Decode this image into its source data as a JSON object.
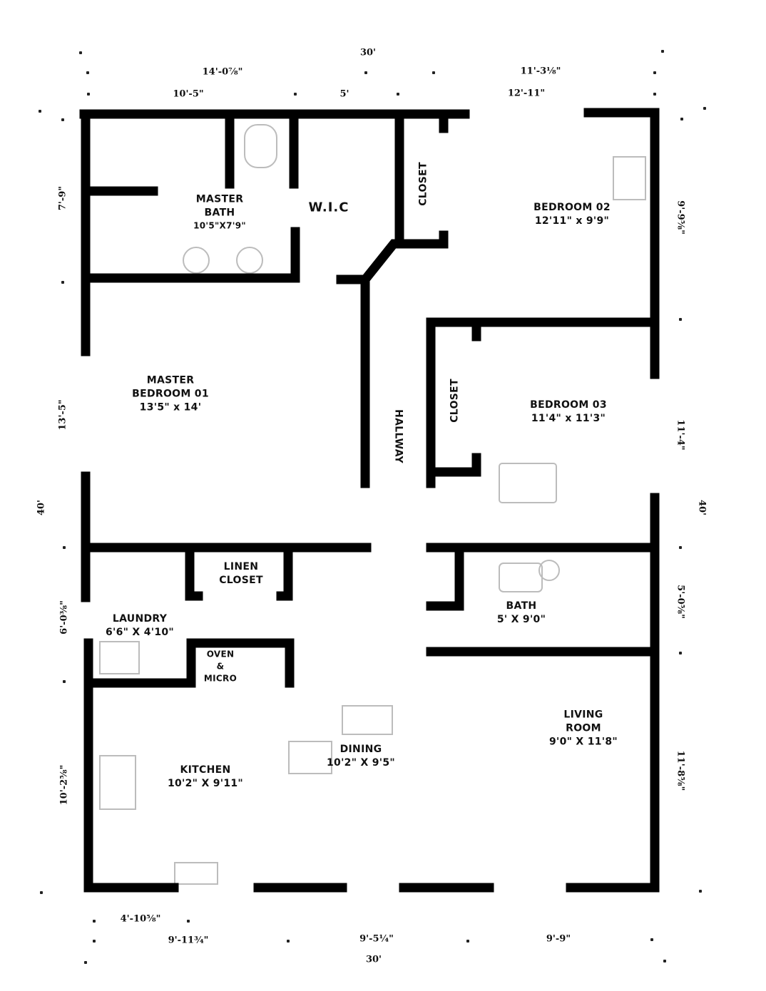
{
  "rooms": {
    "master_bath": {
      "name": [
        "MASTER",
        "BATH"
      ],
      "size": "10'5\"X7'9\""
    },
    "wic": {
      "name": "W.I.C"
    },
    "closet_top": {
      "name": "CLOSET"
    },
    "bedroom_02": {
      "name": "BEDROOM 02",
      "size": "12'11\" x 9'9\""
    },
    "master_bedroom": {
      "name": [
        "MASTER",
        "BEDROOM 01"
      ],
      "size": "13'5\" x 14'"
    },
    "hallway": {
      "name": "HALLWAY"
    },
    "closet_mid": {
      "name": "CLOSET"
    },
    "bedroom_03": {
      "name": "BEDROOM 03",
      "size": "11'4\" x 11'3\""
    },
    "linen_closet": {
      "name": [
        "LINEN",
        "CLOSET"
      ]
    },
    "laundry": {
      "name": "LAUNDRY",
      "size": "6'6\" X 4'10\""
    },
    "oven": {
      "name": [
        "OVEN",
        "&",
        "MICRO"
      ]
    },
    "bath": {
      "name": "BATH",
      "size": "5' X 9'0\""
    },
    "living": {
      "name": [
        "LIVING",
        "ROOM"
      ],
      "size": "9'0\" X 11'8\""
    },
    "dining": {
      "name": "DINING",
      "size": "10'2\" X 9'5\""
    },
    "kitchen": {
      "name": "KITCHEN",
      "size": "10'2\" X 9'11\""
    }
  },
  "dimensions": {
    "top_total": "30'",
    "top_left": "14'-0⅞\"",
    "top_right": "11'-3⅛\"",
    "top_a": "10'-5\"",
    "top_b": "5'",
    "top_c": "12'-11\"",
    "left_1": "7'-9\"",
    "left_2": "13'-5\"",
    "left_total": "40'",
    "left_3": "6'-0⅜\"",
    "left_4": "10'-2⅝\"",
    "right_1": "9'-9⅝\"",
    "right_2": "11'-4\"",
    "right_total": "40'",
    "right_3": "5'-0⅝\"",
    "right_4": "11'-8⅝\"",
    "bottom_a": "4'-10⅝\"",
    "bottom_b": "9'-11¾\"",
    "bottom_c": "9'-5¼\"",
    "bottom_d": "9'-9\"",
    "bottom_total": "30'"
  }
}
